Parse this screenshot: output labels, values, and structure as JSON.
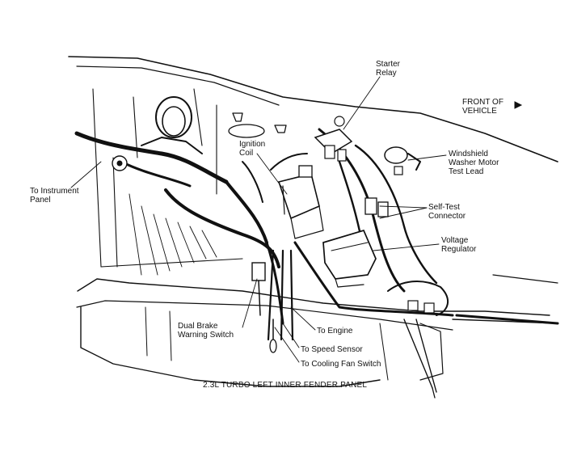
{
  "caption": "2.3L TURBO LEFT INNER FENDER PANEL",
  "labels": {
    "starter_relay": "Starter\nRelay",
    "front_of_vehicle": "FRONT OF\nVEHICLE",
    "ignition_coil": "Ignition\nCoil",
    "windshield_washer": "Windshield\nWasher Motor\nTest Lead",
    "to_instrument_panel": "To Instrument\nPanel",
    "self_test_connector": "Self-Test\nConnector",
    "voltage_regulator": "Voltage\nRegulator",
    "dual_brake_switch": "Dual Brake\nWarning Switch",
    "to_engine": "To Engine",
    "to_speed_sensor": "To Speed Sensor",
    "to_cooling_fan_switch": "To Cooling Fan Switch"
  },
  "icons": {
    "front_arrow": "arrow-right-icon"
  },
  "colors": {
    "ink": "#111111",
    "paper": "#ffffff"
  }
}
